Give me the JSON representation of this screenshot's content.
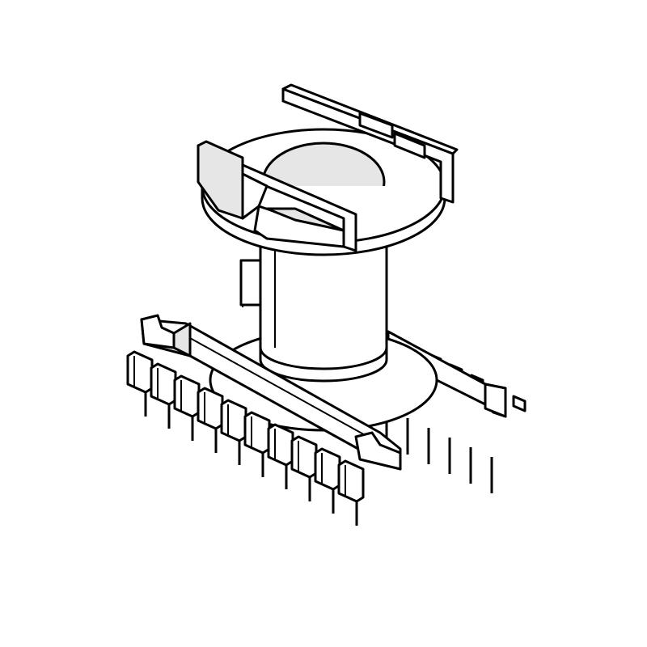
{
  "drawing": {
    "subject": "bobbin",
    "front_pin_count": 10,
    "back_pin_count": 6,
    "colors": {
      "line": "#000000",
      "fill": "#ffffff",
      "shade": "#e6e6e6"
    }
  }
}
